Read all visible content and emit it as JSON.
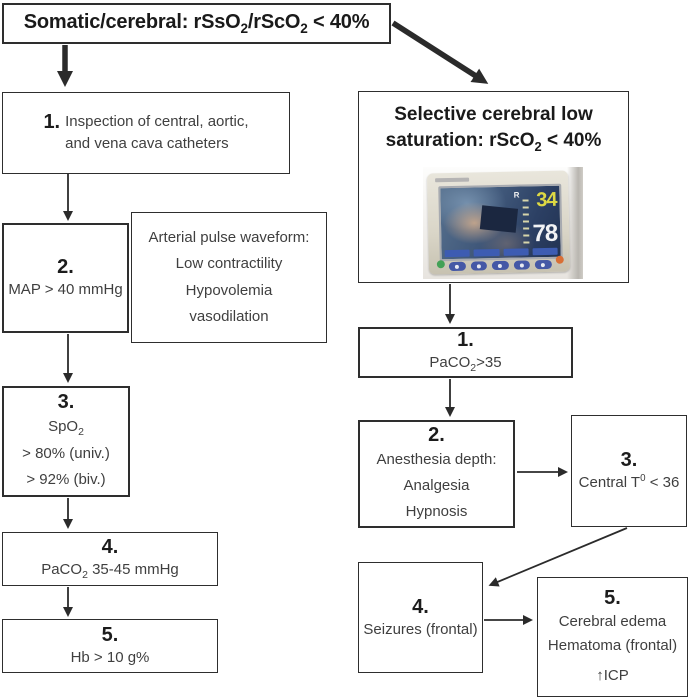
{
  "colors": {
    "box_border": "#2e2e2e",
    "body_text": "#3f3f3f",
    "heading_text": "#1a1a1a",
    "monitor_screen_blue": "#2c4064",
    "monitor_value_yellow": "#ddd944",
    "monitor_value_white": "#f2f3f5",
    "monitor_button_blue": "#4558a6",
    "monitor_button_green": "#43a157",
    "monitor_button_orange": "#d96f35"
  },
  "title": {
    "part1": "Somatic/cerebral: rSsO",
    "sub1": "2",
    "part2": "/rScO",
    "sub2": "2",
    "part3": " < 40%"
  },
  "left_column": {
    "box1": {
      "number": "1.",
      "line1": "Inspection of central, aortic,",
      "line2": "and vena cava catheters"
    },
    "box2": {
      "number": "2.",
      "text": "MAP > 40 mmHg"
    },
    "side_note": {
      "lines": [
        "Arterial pulse waveform:",
        "Low contractility",
        "Hypovolemia",
        "vasodilation"
      ]
    },
    "box3": {
      "number": "3.",
      "line1_pre": "SpO",
      "line1_sub": "2",
      "line2": "> 80% (univ.)",
      "line3": "> 92% (biv.)"
    },
    "box4": {
      "number": "4.",
      "pre": "PaCO",
      "sub": "2",
      "post": " 35-45 mmHg"
    },
    "box5": {
      "number": "5.",
      "text": "Hb > 10 g%"
    }
  },
  "right_column": {
    "header": {
      "line1": "Selective cerebral low",
      "line2_pre": "saturation: rScO",
      "line2_sub": "2",
      "line2_post": " < 40%"
    },
    "monitor": {
      "top_label": "R",
      "top_value": "34",
      "bottom_value": "78"
    },
    "box1": {
      "number": "1.",
      "pre": "PaCO",
      "sub": "2",
      "post": ">35"
    },
    "box2": {
      "number": "2.",
      "lines": [
        "Anesthesia depth:",
        "Analgesia",
        "Hypnosis"
      ]
    },
    "box3": {
      "number": "3.",
      "pre": "Central T",
      "sup": "0",
      "post": " < 36"
    },
    "box4": {
      "number": "4.",
      "text": "Seizures (frontal)"
    },
    "box5": {
      "number": "5.",
      "lines": [
        "Cerebral edema",
        "Hematoma (frontal)",
        "↑ICP"
      ]
    }
  }
}
